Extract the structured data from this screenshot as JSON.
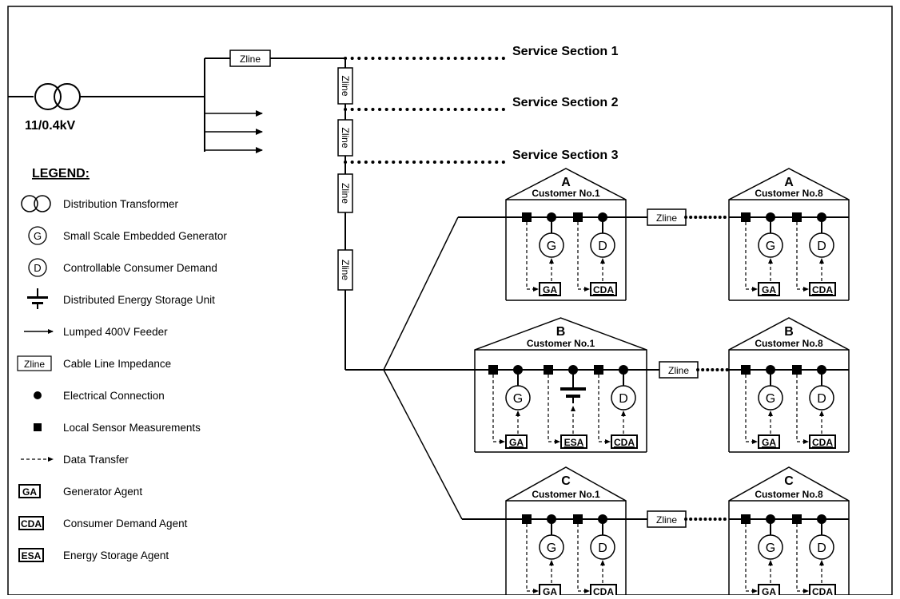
{
  "transformer_label": "11/0.4kV",
  "zline_label": "Zline",
  "service_sections": [
    "Service Section 1",
    "Service Section 2",
    "Service Section 3"
  ],
  "legend": {
    "title": "LEGEND:",
    "items": [
      {
        "icon": "transformer-icon",
        "label": "Distribution Transformer"
      },
      {
        "icon": "generator-icon",
        "label": "Small Scale Embedded Generator",
        "symbol": "G"
      },
      {
        "icon": "demand-icon",
        "label": "Controllable Consumer Demand",
        "symbol": "D"
      },
      {
        "icon": "storage-icon",
        "label": "Distributed Energy Storage Unit"
      },
      {
        "icon": "arrow-icon",
        "label": "Lumped 400V Feeder"
      },
      {
        "icon": "zline-icon",
        "label": "Cable Line Impedance",
        "symbol": "Zline"
      },
      {
        "icon": "dot-icon",
        "label": "Electrical Connection"
      },
      {
        "icon": "square-icon",
        "label": "Local Sensor Measurements"
      },
      {
        "icon": "dashed-arrow-icon",
        "label": "Data Transfer"
      },
      {
        "icon": "ga-icon",
        "label": "Generator Agent",
        "symbol": "GA"
      },
      {
        "icon": "cda-icon",
        "label": "Consumer Demand Agent",
        "symbol": "CDA"
      },
      {
        "icon": "esa-icon",
        "label": "Energy Storage Agent",
        "symbol": "ESA"
      }
    ]
  },
  "houses": [
    {
      "letter": "A",
      "customer": "Customer No.1",
      "units": [
        "G",
        "D"
      ]
    },
    {
      "letter": "A",
      "customer": "Customer No.8",
      "units": [
        "G",
        "D"
      ]
    },
    {
      "letter": "B",
      "customer": "Customer No.1",
      "units": [
        "G",
        "ESA",
        "D"
      ]
    },
    {
      "letter": "B",
      "customer": "Customer No.8",
      "units": [
        "G",
        "D"
      ]
    },
    {
      "letter": "C",
      "customer": "Customer No.1",
      "units": [
        "G",
        "D"
      ]
    },
    {
      "letter": "C",
      "customer": "Customer No.8",
      "units": [
        "G",
        "D"
      ]
    }
  ],
  "agents": {
    "G": "GA",
    "D": "CDA",
    "ESA": "ESA"
  }
}
